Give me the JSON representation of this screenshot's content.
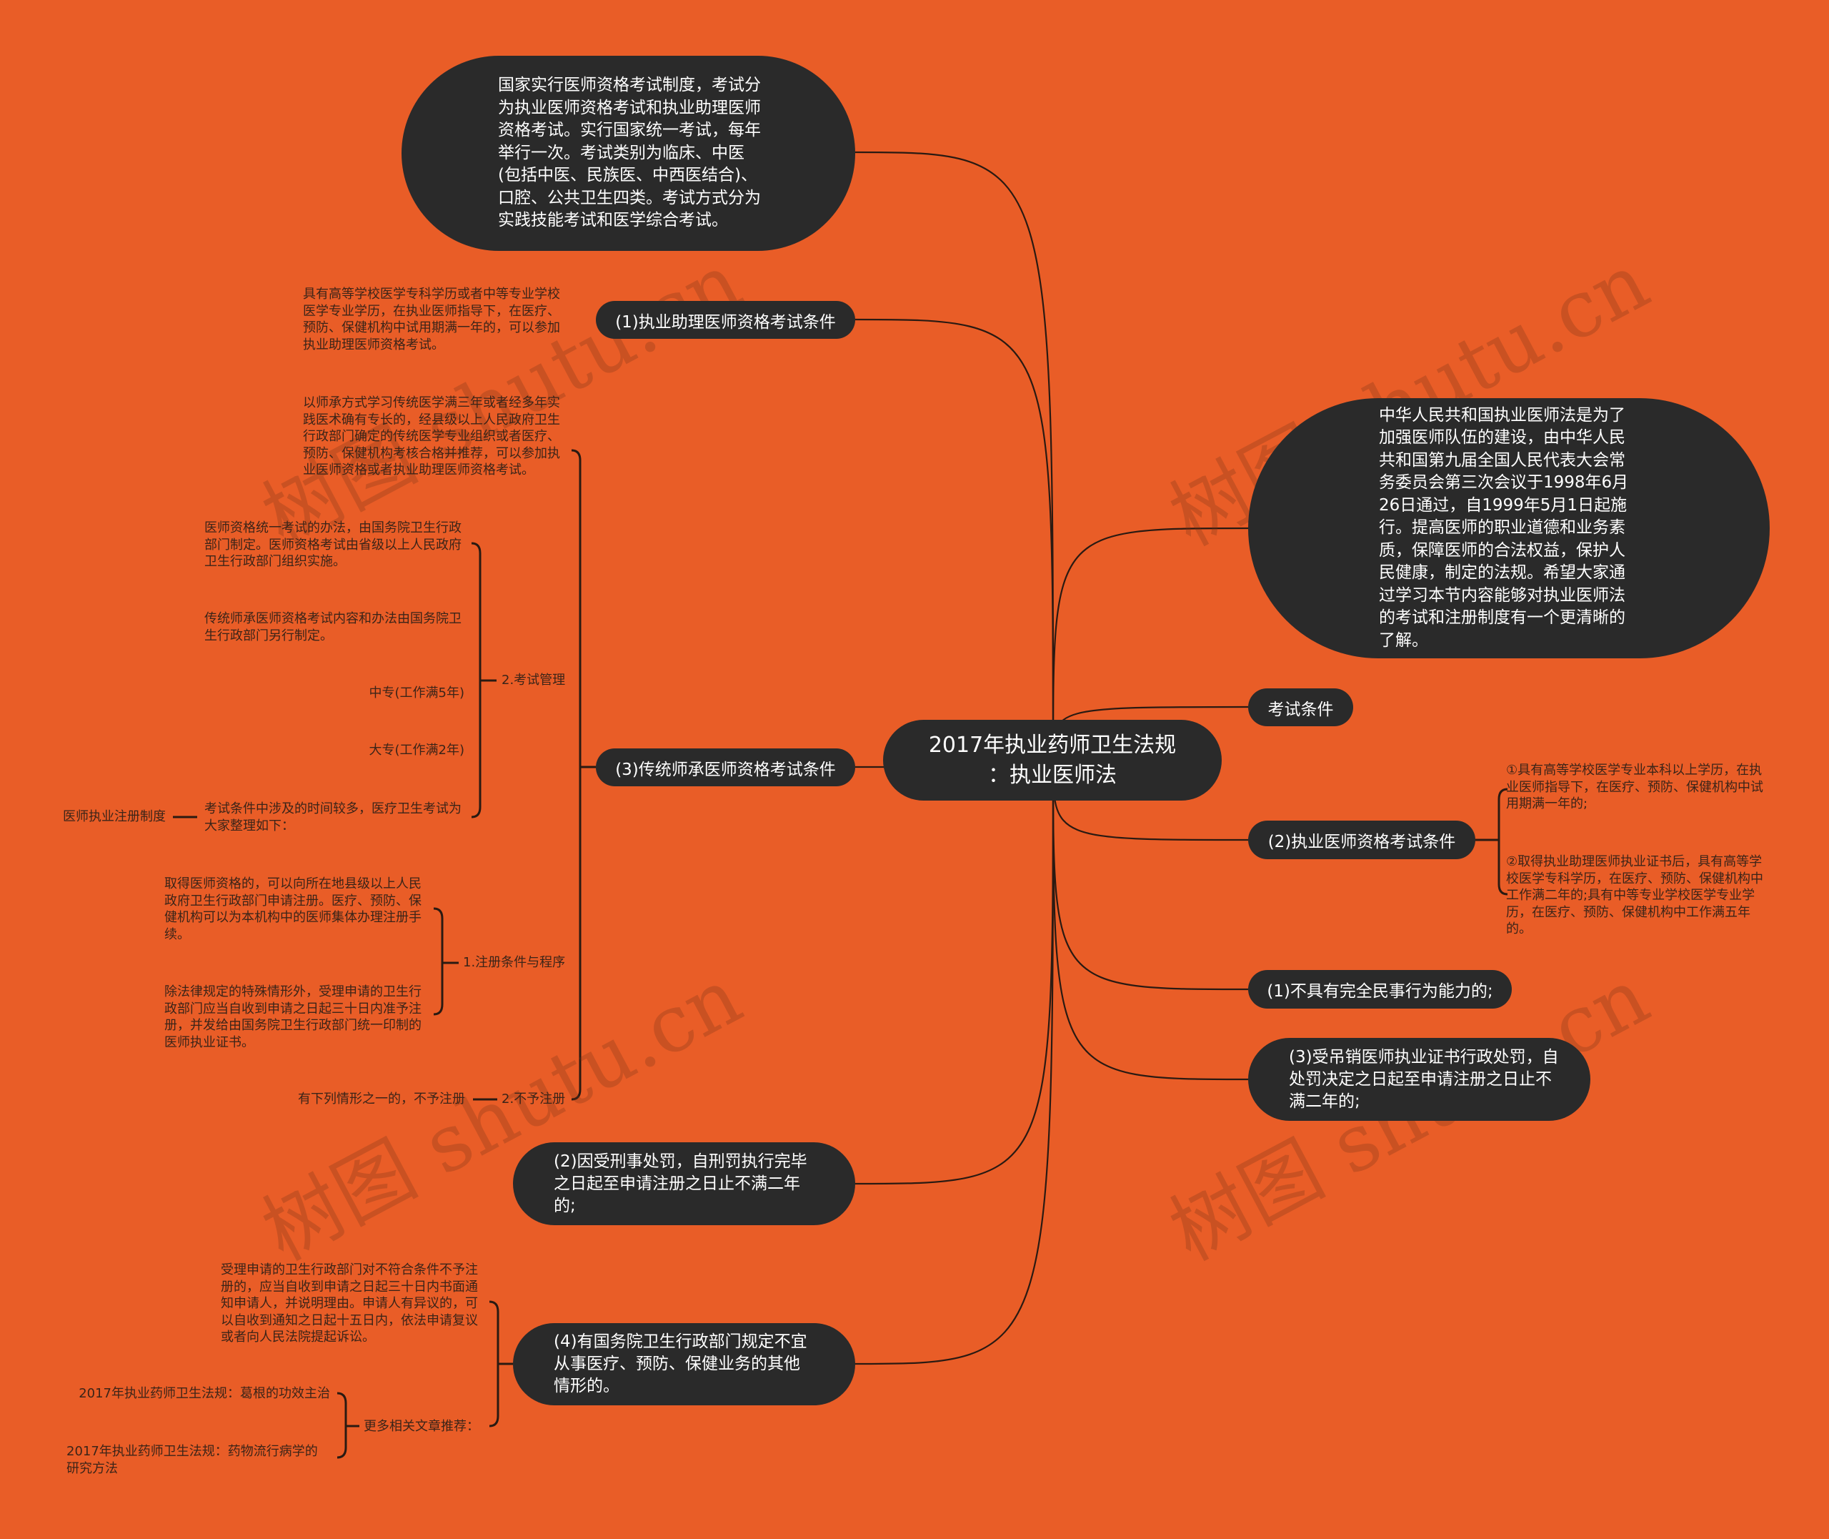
{
  "colors": {
    "background": "#E95D27",
    "node": "#2A2A2A",
    "node_text": "#FFFFFF",
    "leaf_text": "#3B2418",
    "line": "#2A1A12"
  },
  "watermark": "树图 shutu.cn",
  "central": {
    "line1": "2017年执业药师卫生法规",
    "line2": "：执业医师法"
  },
  "left": {
    "intro_bubble": "国家实行医师资格考试制度，考试分为执业医师资格考试和执业助理医师资格考试。实行国家统一考试，每年举行一次。考试类别为临床、中医(包括中医、民族医、中西医结合)、口腔、公共卫生四类。考试方式分为实践技能考试和医学综合考试。",
    "assistant_condition": {
      "label": "(1)执业助理医师资格考试条件",
      "detail": "具有高等学校医学专科学历或者中等专业学校医学专业学历，在执业医师指导下，在医疗、预防、保健机构中试用期满一年的，可以参加执业助理医师资格考试。"
    },
    "traditional_condition": {
      "label": "(3)传统师承医师资格考试条件",
      "detail": "以师承方式学习传统医学满三年或者经多年实践医术确有专长的，经县级以上人民政府卫生行政部门确定的传统医学专业组织或者医疗、预防、保健机构考核合格并推荐，可以参加执业医师资格或者执业助理医师资格考试。",
      "exam_management": {
        "label": "2.考试管理",
        "items": [
          "医师资格统一考试的办法，由国务院卫生行政部门制定。医师资格考试由省级以上人民政府卫生行政部门组织实施。",
          "传统师承医师资格考试内容和办法由国务院卫生行政部门另行制定。",
          "中专(工作满5年)",
          "大专(工作满2年)",
          "考试条件中涉及的时间较多，医疗卫生考试为大家整理如下："
        ],
        "sub_leaf": "医师执业注册制度"
      },
      "registration": {
        "label": "1.注册条件与程序",
        "items": [
          "取得医师资格的，可以向所在地县级以上人民政府卫生行政部门申请注册。医疗、预防、保健机构可以为本机构中的医师集体办理注册手续。",
          "除法律规定的特殊情形外，受理申请的卫生行政部门应当自收到申请之日起三十日内准予注册，并发给由国务院卫生行政部门统一印制的医师执业证书。"
        ]
      },
      "no_registration": {
        "label": "2.不予注册",
        "item": "有下列情形之一的，不予注册"
      }
    },
    "criminal": "(2)因受刑事处罚，自刑罚执行完毕之日起至申请注册之日止不满二年的;",
    "other_case": {
      "label": "(4)有国务院卫生行政部门规定不宜从事医疗、预防、保健业务的其他情形的。",
      "detail": "受理申请的卫生行政部门对不符合条件不予注册的，应当自收到申请之日起三十日内书面通知申请人，并说明理由。申请人有异议的，可以自收到通知之日起十五日内，依法申请复议或者向人民法院提起诉讼。",
      "more": {
        "label": "更多相关文章推荐：",
        "links": [
          "2017年执业药师卫生法规：葛根的功效主治",
          "2017年执业药师卫生法规：药物流行病学的研究方法"
        ]
      }
    }
  },
  "right": {
    "intro_bubble": "中华人民共和国执业医师法是为了加强医师队伍的建设，由中华人民共和国第九届全国人民代表大会常务委员会第三次会议于1998年6月26日通过，自1999年5月1日起施行。提高医师的职业道德和业务素质，保障医师的合法权益，保护人民健康，制定的法规。希望大家通过学习本节内容能够对执业医师法的考试和注册制度有一个更清晰的了解。",
    "exam_conditions": "考试条件",
    "physician_condition": {
      "label": "(2)执业医师资格考试条件",
      "items": [
        "①具有高等学校医学专业本科以上学历，在执业医师指导下，在医疗、预防、保健机构中试用期满一年的;",
        "②取得执业助理医师执业证书后，具有高等学校医学专科学历，在医疗、预防、保健机构中工作满二年的;具有中等专业学校医学专业学历，在医疗、预防、保健机构中工作满五年的。"
      ]
    },
    "no_capacity": "(1)不具有完全民事行为能力的;",
    "revoked": "(3)受吊销医师执业证书行政处罚，自处罚决定之日起至申请注册之日止不满二年的;"
  }
}
